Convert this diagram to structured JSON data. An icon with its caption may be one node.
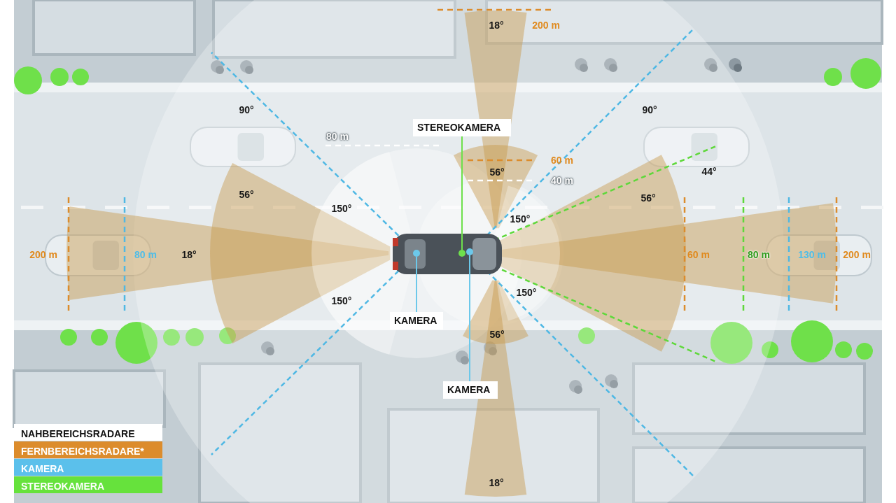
{
  "diagram": {
    "nodes": [
      {
        "text": [
          "STEREOKAMERA"
        ]
      },
      {
        "text": [
          "KAMERA"
        ]
      },
      {
        "text": [
          "KAMERA"
        ]
      },
      {
        "text": [],
        "shape": "circle"
      },
      {
        "text": [],
        "shape": "circle"
      },
      {
        "text": [],
        "shape": "circle"
      }
    ],
    "edges": [
      {
        "from": 0,
        "to": 4,
        "arrow": "none",
        "color": "#6ee04c"
      },
      {
        "from": 1,
        "to": 3,
        "arrow": "none",
        "color": "#6cc8ea"
      },
      {
        "from": 2,
        "to": 5,
        "arrow": "none",
        "color": "#6cc8ea"
      }
    ],
    "labels": [
      "18°",
      "200 m",
      "90°",
      "90°",
      "80 m",
      "60 m",
      "56°",
      "44°",
      "40 m",
      "56°",
      "56°",
      "150°",
      "150°",
      "200 m",
      "80 m",
      "18°",
      "60 m",
      "80 m",
      "130 m",
      "200 m",
      "150°",
      "150°",
      "56°",
      "18°"
    ],
    "legend": [
      {
        "text": "NAHBEREICHSRADARE",
        "color": "#ffffff"
      },
      {
        "text": "FERNBEREICHSRADARE*",
        "color": "#dc8c2c"
      },
      {
        "text": "KAMERA",
        "color": "#5bc0eb"
      },
      {
        "text": "STEREOKAMERA",
        "color": "#66e23c"
      }
    ]
  }
}
